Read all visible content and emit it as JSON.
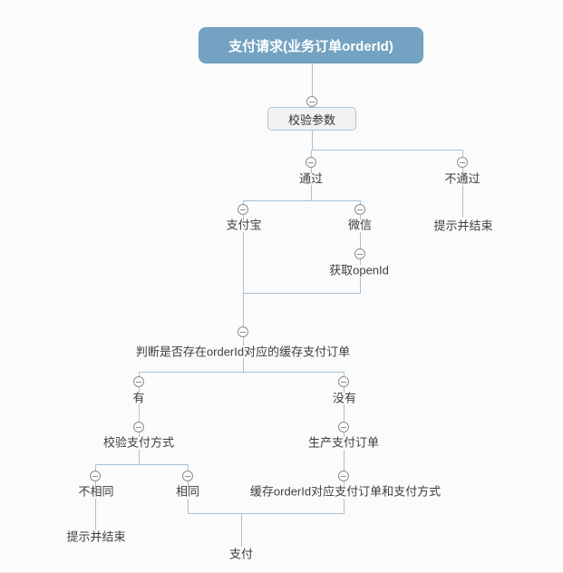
{
  "flowchart": {
    "root": "支付请求(业务订单orderId)",
    "nodes": {
      "validate": "校验参数",
      "pass": "通过",
      "fail": "不通过",
      "fail_end": "提示并结束",
      "alipay": "支付宝",
      "wechat": "微信",
      "get_openid": "获取openId",
      "judge_cache": "判断是否存在orderId对应的缓存支付订单",
      "exists": "有",
      "not_exists": "没有",
      "verify_method": "校验支付方式",
      "create_order": "生产支付订单",
      "different": "不相同",
      "same": "相同",
      "cache_order": "缓存orderId对应支付订单和支付方式",
      "different_end": "提示并结束",
      "pay": "支付"
    },
    "colors": {
      "root_fill": "#74a2c2",
      "root_text": "#ffffff",
      "box_fill": "#f2f2f2",
      "box_border": "#a9c6dc",
      "connector_line": "#a6c1d5",
      "collapse_icon": "#8e8e8e",
      "label_text": "#3f3f3f",
      "background": "#fbfbfb"
    }
  }
}
